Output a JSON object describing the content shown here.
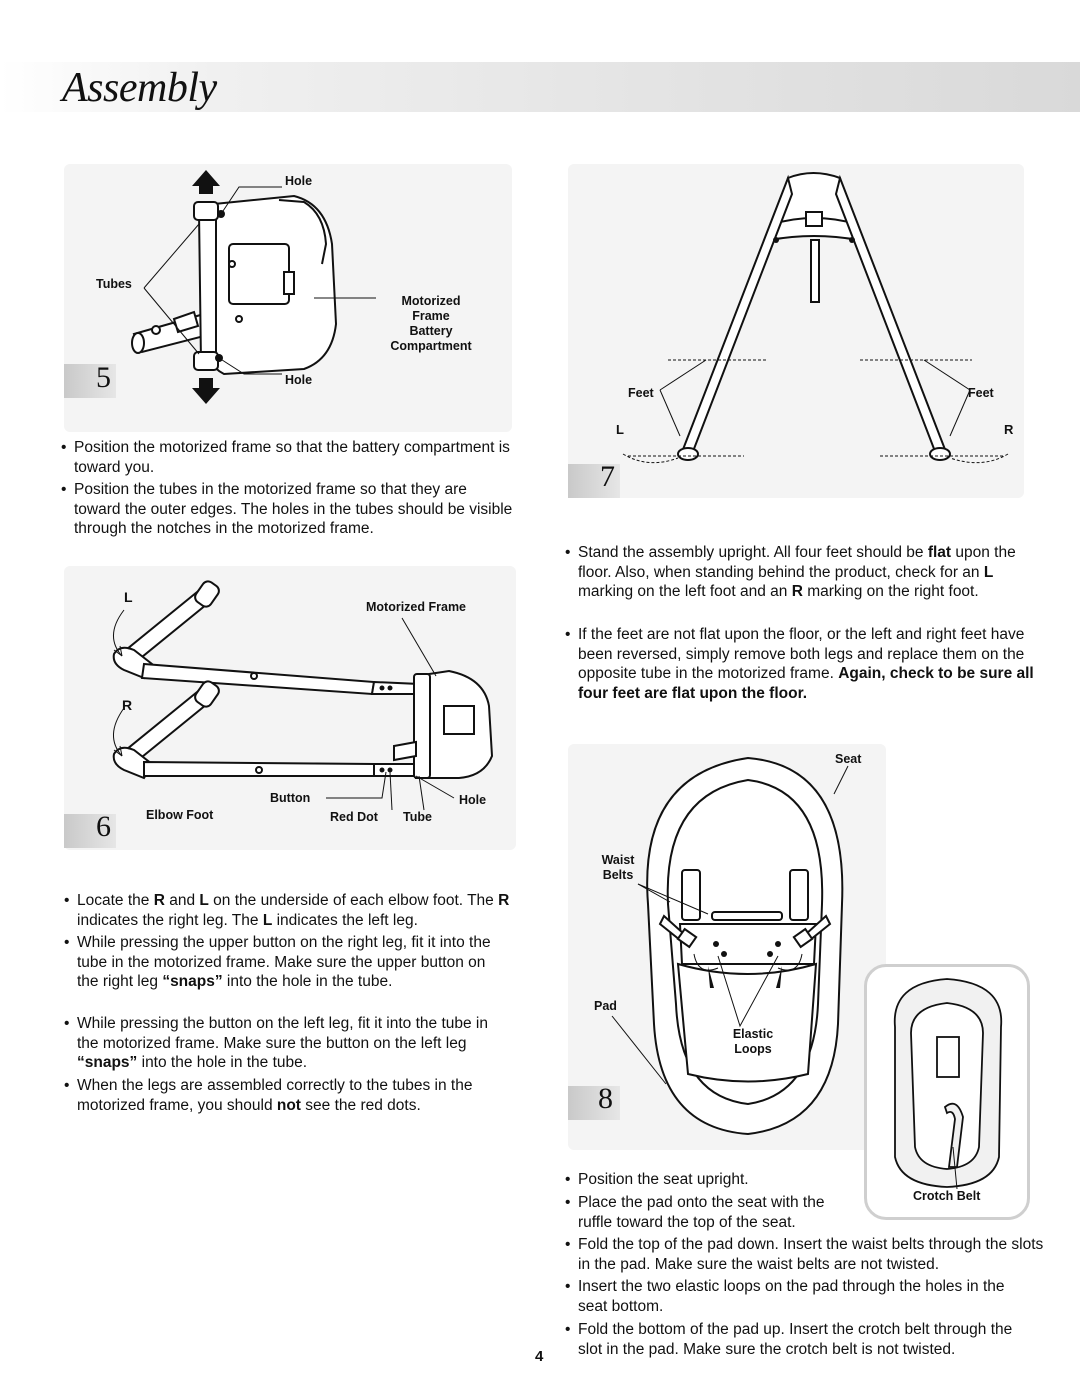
{
  "title": "Assembly",
  "page_number": "4",
  "step5": {
    "number": "5",
    "labels": {
      "hole_top": "Hole",
      "tubes": "Tubes",
      "frame_l1": "Motorized",
      "frame_l2": "Frame",
      "frame_l3": "Battery",
      "frame_l4": "Compartment",
      "hole_bottom": "Hole"
    },
    "bullets": [
      "Position the motorized frame so that the battery compartment is toward you.",
      "Position the tubes in the motorized frame so that they are toward the outer edges. The holes in the tubes should be visible through the notches in the motorized frame."
    ]
  },
  "step6": {
    "number": "6",
    "labels": {
      "l": "L",
      "r": "R",
      "motorized_frame": "Motorized Frame",
      "button": "Button",
      "hole": "Hole",
      "elbow_foot": "Elbow Foot",
      "red_dot": "Red Dot",
      "tube": "Tube"
    },
    "b1_pre": "Locate the ",
    "b1_r": "R",
    "b1_mid": " and ",
    "b1_l": "L",
    "b1_post": " on the underside of each elbow foot. The ",
    "b1_r2": "R",
    "b1_post2": " indicates the right leg. The ",
    "b1_l2": "L",
    "b1_post3": " indicates the left leg.",
    "b2_pre": "While pressing the upper button on the right leg, fit it into the tube in the motorized frame. Make sure the upper button on the right leg ",
    "b2_bold": "“snaps”",
    "b2_post": " into the hole in the tube.",
    "b3_pre": "While pressing the button on the left leg, fit it into the tube in the motorized frame. Make sure the button on the left leg ",
    "b3_bold": "“snaps”",
    "b3_post": " into the hole in the tube.",
    "b4_pre": "When the legs are assembled correctly to the tubes in the motorized frame, you should ",
    "b4_bold": "not",
    "b4_post": " see the red dots."
  },
  "step7": {
    "number": "7",
    "labels": {
      "feet_left": "Feet",
      "feet_right": "Feet",
      "l": "L",
      "r": "R"
    },
    "b1_pre": "Stand the assembly upright. All four feet should be ",
    "b1_bold": "flat",
    "b1_mid": " upon the floor. Also, when standing behind the product, check for an ",
    "b1_l": "L",
    "b1_mid2": " marking on the left foot and an ",
    "b1_r": "R",
    "b1_post": " marking on the right foot.",
    "b2_pre": "If the feet are not flat upon the floor, or the left and right feet have been reversed, simply remove both legs and replace them on the opposite tube in the motorized frame. ",
    "b2_bold": "Again, check to be sure all four feet are flat upon the floor."
  },
  "step8": {
    "number": "8",
    "labels": {
      "seat": "Seat",
      "waist_l1": "Waist",
      "waist_l2": "Belts",
      "pad": "Pad",
      "elastic_l1": "Elastic",
      "elastic_l2": "Loops",
      "crotch_belt": "Crotch Belt"
    },
    "bullets": [
      "Position the seat upright.",
      "Place the pad onto the seat with the ruffle toward the top of the seat.",
      "Fold the top of the pad down. Insert the waist belts through the slots in the pad. Make sure the waist belts are not twisted.",
      "Insert the two elastic loops on the pad through the holes in the seat bottom.",
      "Fold the bottom of the pad up. Insert the crotch belt through the slot in the pad. Make sure the crotch belt is not twisted."
    ]
  }
}
